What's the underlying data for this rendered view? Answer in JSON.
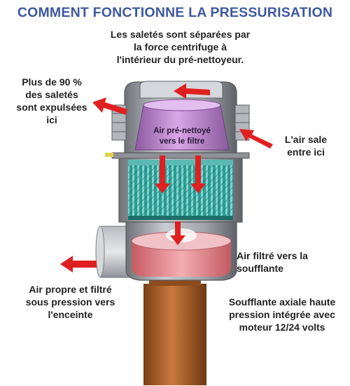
{
  "title": "COMMENT FONCTIONNE LA PRESSURISATION",
  "labels": {
    "top": "Les saletés sont séparées par\nla force centrifuge à\nl'intérieur du pré-nettoyeur.",
    "expelled": "Plus de 90 %\ndes saletés\nsont expulsées\nici",
    "dirty_air_in": "L'air sale\nentre ici",
    "prefiltered": "Air pré-nettoyé\nvers le filtre",
    "filtered_to_blower": "Air filtré vers la\nsoufflante",
    "clean_air_out": "Air propre et filtré\nsous pression vers\nl'enceinte",
    "blower": "Soufflante axiale haute\npression intégrée avec\nmoteur 12/24 volts"
  },
  "colors": {
    "title": "#3d58a1",
    "arrow": "#e02020",
    "housing": "#9ea1a6",
    "cone": "#c68ad6",
    "filter": "#2aa39a",
    "chamber": "#e98a8f",
    "motor": "#b0632a"
  }
}
